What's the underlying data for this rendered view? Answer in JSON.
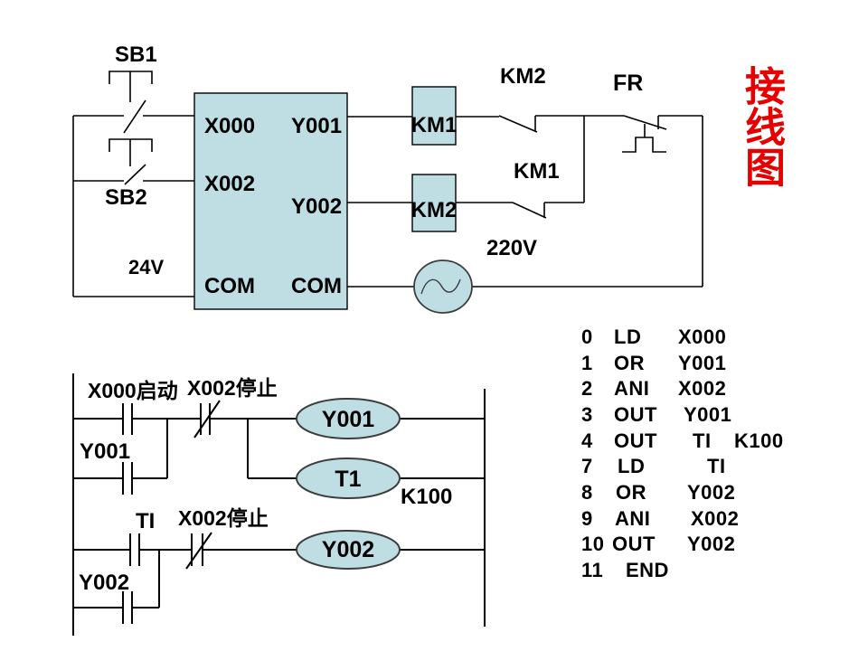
{
  "title": {
    "text": "接线图",
    "color": "#e60000"
  },
  "colors": {
    "block_fill": "#bedee3",
    "line": "#000000",
    "shape_stroke": "#3d3d3d"
  },
  "wiring": {
    "sb1": "SB1",
    "sb2": "SB2",
    "v24": "24V",
    "v220": "220V",
    "plc": {
      "x000": "X000",
      "y001": "Y001",
      "x002": "X002",
      "y002": "Y002",
      "com_left": "COM",
      "com_right": "COM"
    },
    "km1_coil": "KM1",
    "km2_coil": "KM2",
    "km2_contact": "KM2",
    "km1_contact": "KM1",
    "fr": "FR"
  },
  "ladder": {
    "rung1": {
      "contact1": "X000启动",
      "contact2": "X002停止",
      "parallel": "Y001",
      "coil": "Y001",
      "timer_coil": "T1",
      "timer_value": "K100"
    },
    "rung2": {
      "contact1": "TI",
      "contact2": "X002停止",
      "parallel": "Y002",
      "coil": "Y002"
    }
  },
  "program": [
    {
      "n": "0",
      "op": "LD",
      "a1": "X000",
      "a2": ""
    },
    {
      "n": "1",
      "op": "OR",
      "a1": "Y001",
      "a2": ""
    },
    {
      "n": "2",
      "op": "ANI",
      "a1": "X002",
      "a2": ""
    },
    {
      "n": "3",
      "op": "OUT",
      "a1": "Y001",
      "a2": ""
    },
    {
      "n": "4",
      "op": "OUT",
      "a1": "TI",
      "a2": "K100"
    },
    {
      "n": "7",
      "op": "LD",
      "a1": "TI",
      "a2": ""
    },
    {
      "n": "8",
      "op": "OR",
      "a1": "Y002",
      "a2": ""
    },
    {
      "n": "9",
      "op": "ANI",
      "a1": "X002",
      "a2": ""
    },
    {
      "n": "10",
      "op": "OUT",
      "a1": "Y002",
      "a2": ""
    },
    {
      "n": "11",
      "op": "END",
      "a1": "",
      "a2": ""
    }
  ]
}
